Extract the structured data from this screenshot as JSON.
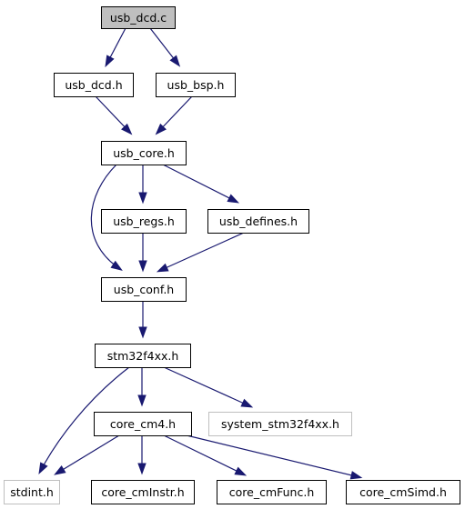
{
  "colors": {
    "edge": "#191970",
    "node_border": "#000000",
    "node_border_external": "#bfbfbf",
    "node_fill": "#ffffff",
    "node_fill_current": "#bfbfbf"
  },
  "graph": {
    "nodes": [
      {
        "id": "usb_dcd_c",
        "label": "usb_dcd.c",
        "current": true
      },
      {
        "id": "usb_dcd_h",
        "label": "usb_dcd.h"
      },
      {
        "id": "usb_bsp_h",
        "label": "usb_bsp.h"
      },
      {
        "id": "usb_core_h",
        "label": "usb_core.h"
      },
      {
        "id": "usb_regs_h",
        "label": "usb_regs.h"
      },
      {
        "id": "usb_defines_h",
        "label": "usb_defines.h"
      },
      {
        "id": "usb_conf_h",
        "label": "usb_conf.h"
      },
      {
        "id": "stm32f4xx_h",
        "label": "stm32f4xx.h"
      },
      {
        "id": "core_cm4_h",
        "label": "core_cm4.h"
      },
      {
        "id": "system_stm32f4xx_h",
        "label": "system_stm32f4xx.h",
        "external": true
      },
      {
        "id": "stdint_h",
        "label": "stdint.h",
        "external": true
      },
      {
        "id": "core_cmInstr_h",
        "label": "core_cmInstr.h"
      },
      {
        "id": "core_cmFunc_h",
        "label": "core_cmFunc.h"
      },
      {
        "id": "core_cmSimd_h",
        "label": "core_cmSimd.h"
      }
    ],
    "edges": [
      {
        "from": "usb_dcd_c",
        "to": "usb_dcd_h"
      },
      {
        "from": "usb_dcd_c",
        "to": "usb_bsp_h"
      },
      {
        "from": "usb_dcd_h",
        "to": "usb_core_h"
      },
      {
        "from": "usb_bsp_h",
        "to": "usb_core_h"
      },
      {
        "from": "usb_core_h",
        "to": "usb_conf_h"
      },
      {
        "from": "usb_core_h",
        "to": "usb_regs_h"
      },
      {
        "from": "usb_core_h",
        "to": "usb_defines_h"
      },
      {
        "from": "usb_regs_h",
        "to": "usb_conf_h"
      },
      {
        "from": "usb_defines_h",
        "to": "usb_conf_h"
      },
      {
        "from": "usb_conf_h",
        "to": "stm32f4xx_h"
      },
      {
        "from": "stm32f4xx_h",
        "to": "core_cm4_h"
      },
      {
        "from": "stm32f4xx_h",
        "to": "system_stm32f4xx_h"
      },
      {
        "from": "stm32f4xx_h",
        "to": "stdint_h"
      },
      {
        "from": "core_cm4_h",
        "to": "stdint_h"
      },
      {
        "from": "core_cm4_h",
        "to": "core_cmInstr_h"
      },
      {
        "from": "core_cm4_h",
        "to": "core_cmFunc_h"
      },
      {
        "from": "core_cm4_h",
        "to": "core_cmSimd_h"
      }
    ]
  }
}
